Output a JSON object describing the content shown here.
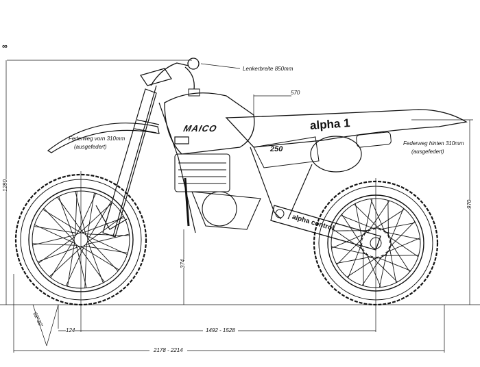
{
  "title": "Maico 250 alpha 1 dimension drawing",
  "corner_mark": "∞",
  "labels": {
    "handlebar_width": "Lenkerbreite 850mm",
    "seat_length": "570",
    "front_travel": "Federweg vorn 310mm",
    "front_travel_note": "(ausgefedert)",
    "rear_travel": "Federweg hinten 310mm",
    "rear_travel_note": "(ausgefedert)",
    "overall_height": "1280",
    "seat_height": "970",
    "ground_clearance": "374",
    "rake_angle": "62°30'",
    "trail": "124",
    "wheelbase": "1492 - 1528",
    "overall_length": "2178 - 2214"
  },
  "branding": {
    "tank_logo": "MAICO",
    "side_panel": "250",
    "seat_logo": "alpha 1",
    "swingarm_logo": "alpha control"
  }
}
